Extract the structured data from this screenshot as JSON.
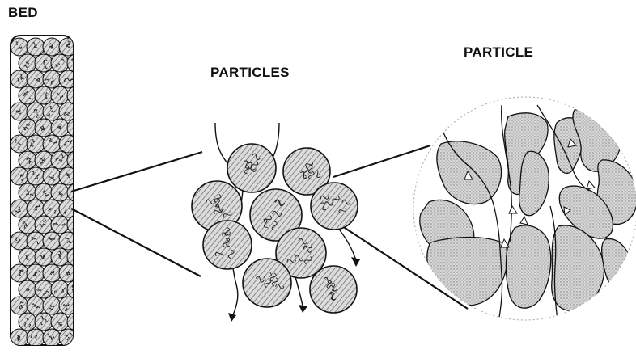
{
  "labels": {
    "bed": "BED",
    "particles": "PARTICLES",
    "particle": "PARTICLE"
  },
  "colors": {
    "ink": "#111111",
    "hatch": "#6f6f6f",
    "fill": "#d2d2d2",
    "background": "#ffffff"
  }
}
